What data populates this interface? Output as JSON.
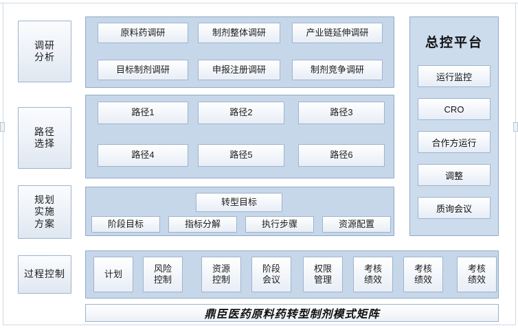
{
  "diagram": {
    "title": "鼎臣医药原料药转型制剂模式矩阵",
    "row_labels": [
      {
        "name": "row-label-research",
        "text": "调研\n分析"
      },
      {
        "name": "row-label-path",
        "text": "路径\n选择"
      },
      {
        "name": "row-label-plan",
        "text": "规划\n实施\n方案"
      },
      {
        "name": "row-label-process",
        "text": "过程控制"
      }
    ],
    "research_row": {
      "items": [
        "原料药调研",
        "制剂整体调研",
        "产业链延伸调研",
        "目标制剂调研",
        "申报注册调研",
        "制剂竞争调研"
      ]
    },
    "path_row": {
      "items": [
        "路径1",
        "路径2",
        "路径3",
        "路径4",
        "路径5",
        "路径6"
      ]
    },
    "plan_row": {
      "goal": "转型目标",
      "items": [
        "阶段目标",
        "指标分解",
        "执行步骤",
        "资源配置"
      ]
    },
    "process_row": {
      "items": [
        "计划",
        "风险\n控制",
        "资源\n控制",
        "阶段\n会议",
        "权限\n管理",
        "考核\n绩效",
        "考核\n绩效",
        "考核\n绩效"
      ]
    },
    "right_panel": {
      "title": "总控平台",
      "items": [
        "运行监控",
        "CRO",
        "合作方运行",
        "调整",
        "质询会议"
      ]
    }
  },
  "colors": {
    "group_fill": "#c7d7ea",
    "panel_fill": "#ccdced",
    "border": "#9db2cc",
    "text": "#111111"
  }
}
